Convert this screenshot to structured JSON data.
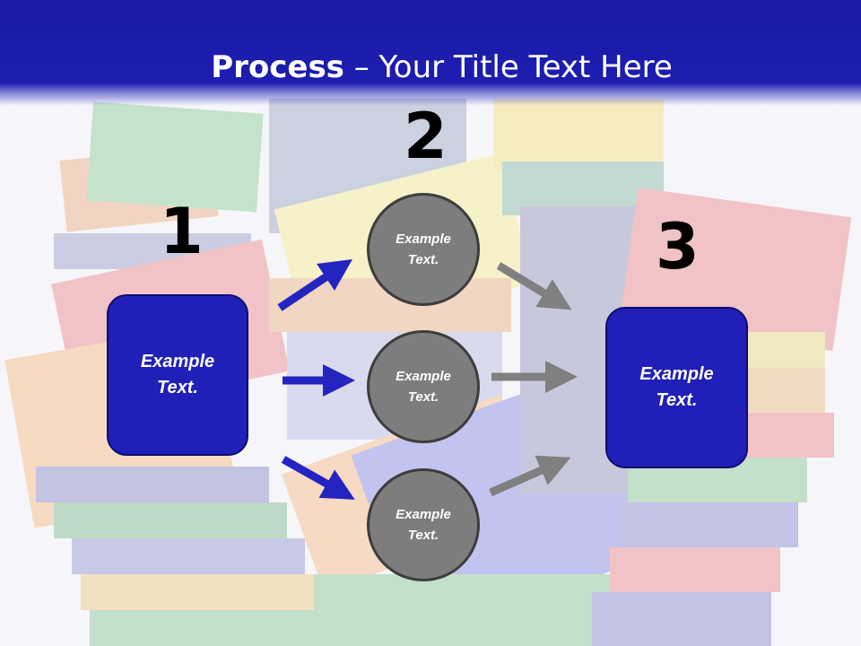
{
  "slide": {
    "title_bold": "Process",
    "title_rest": " – Your Title Text Here"
  },
  "steps": [
    {
      "number": "1",
      "text": "Example\nText."
    },
    {
      "number": "2",
      "items": [
        "Example\nText.",
        "Example\nText.",
        "Example\nText."
      ]
    },
    {
      "number": "3",
      "text": "Example\nText."
    }
  ],
  "colors": {
    "header": "#1d1db0",
    "box_fill": "#2020b8",
    "circle_fill": "#7d7d7d",
    "blue_arrow": "#2424c0",
    "gray_arrow": "#808080"
  },
  "background": "stacks-of-books-image"
}
